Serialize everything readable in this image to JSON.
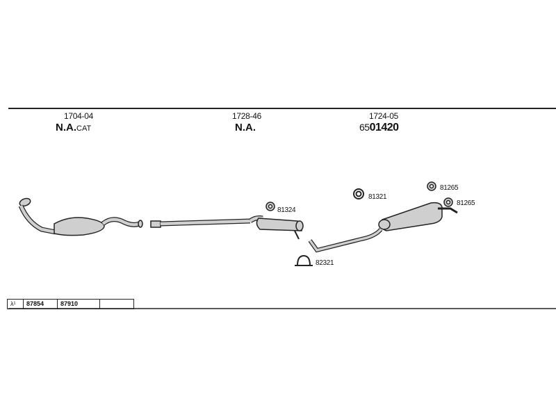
{
  "sections": [
    {
      "part_no": "1704-04",
      "type": "N.A.",
      "suffix": "CAT"
    },
    {
      "part_no": "1728-46",
      "type": "N.A.",
      "suffix": ""
    },
    {
      "part_no": "1724-05",
      "prefix": "65",
      "code": "01420"
    }
  ],
  "refs": {
    "hanger_a": "81324",
    "ring": "81321",
    "rubber_1": "81265",
    "rubber_2": "81265",
    "clamp": "82321"
  },
  "footer_table": {
    "symbol": "λ¹",
    "cells": [
      "87854",
      "87910",
      ""
    ]
  },
  "colors": {
    "line": "#222222",
    "part_fill": "#bdbdbd",
    "background": "#ffffff"
  }
}
